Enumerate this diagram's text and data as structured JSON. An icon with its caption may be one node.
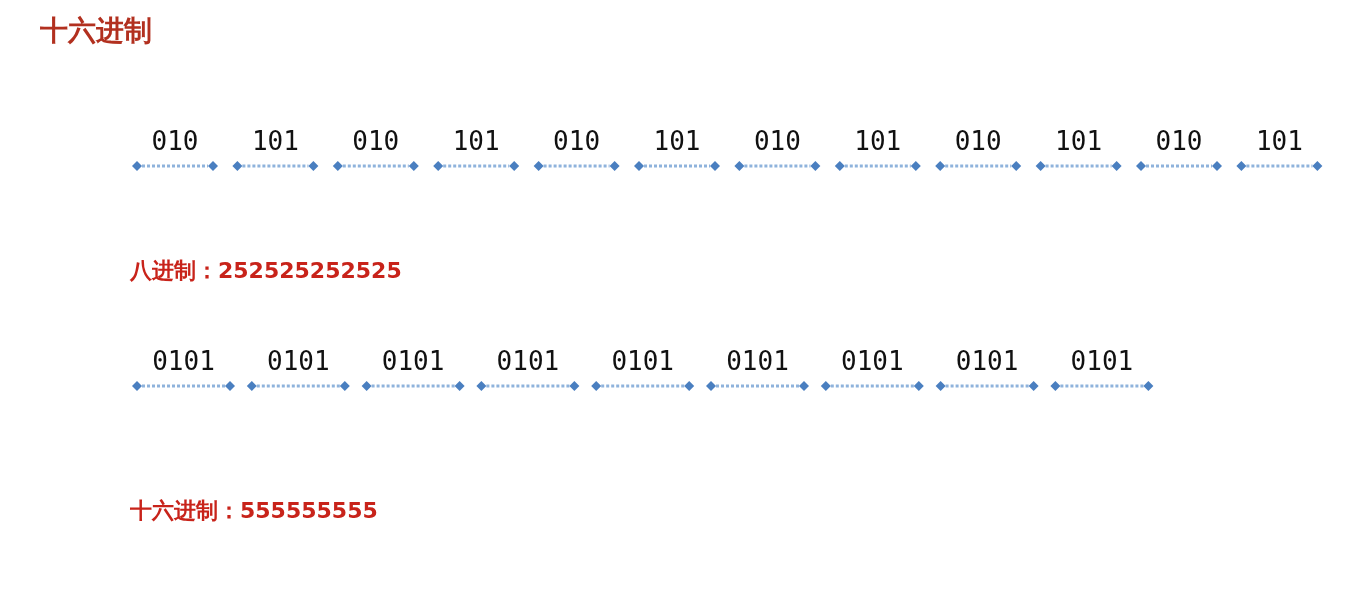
{
  "diagram": {
    "title": "十六进制",
    "labels": [
      "010",
      "101",
      "010",
      "101",
      "010",
      "101",
      "010",
      "101",
      "010",
      "101",
      "010",
      "101",
      "八进制：252525252525",
      "0101",
      "0101",
      "0101",
      "0101",
      "0101",
      "0101",
      "0101",
      "0101",
      "0101",
      "十六进制：555555555"
    ]
  }
}
